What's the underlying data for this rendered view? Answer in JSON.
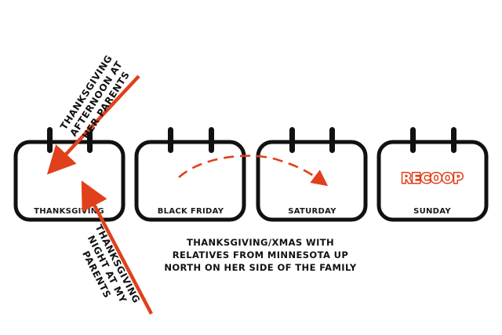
{
  "days": [
    {
      "label": "THANKSGIVING"
    },
    {
      "label": "BLACK FRIDAY"
    },
    {
      "label": "SATURDAY"
    },
    {
      "label": "SUNDAY",
      "badge": "RECOOP"
    }
  ],
  "annotations": {
    "thanksgiving_afternoon": [
      "THANKSGIVING",
      "AFTERNOON AT",
      "HER PARENTS"
    ],
    "thanksgiving_night": [
      "THANKSGIVING",
      "NIGHT AT MY",
      "PARENTS"
    ],
    "relatives": [
      "THANKSGIVING/XMAS WITH",
      "RELATIVES FROM MINNESOTA UP",
      "NORTH ON HER SIDE OF THE FAMILY"
    ]
  },
  "colors": {
    "accent": "#e1401c",
    "ink": "#111111"
  }
}
